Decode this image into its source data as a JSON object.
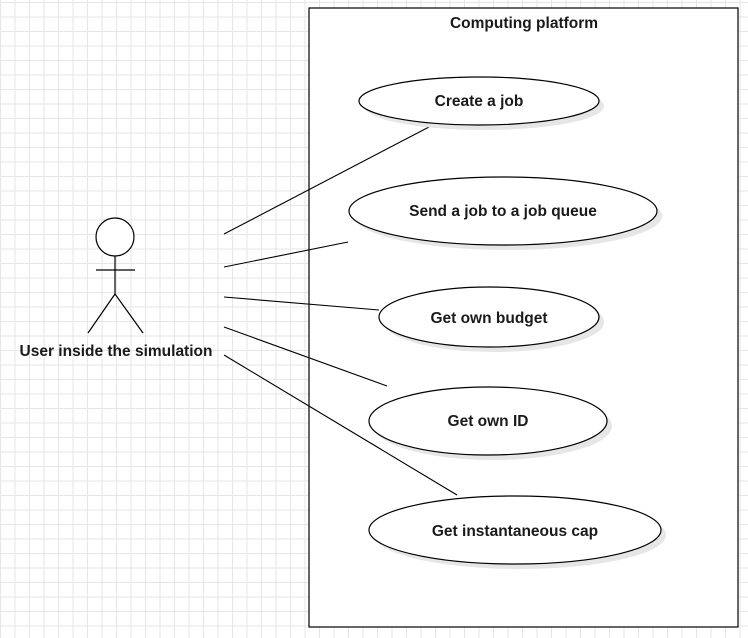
{
  "system": {
    "title": "Computing platform"
  },
  "actor": {
    "name": "User inside the simulation"
  },
  "use_cases": [
    {
      "id": "create-job",
      "label": "Create a job"
    },
    {
      "id": "send-job",
      "label": "Send a job to a job queue"
    },
    {
      "id": "get-budget",
      "label": "Get own budget"
    },
    {
      "id": "get-id",
      "label": "Get own ID"
    },
    {
      "id": "get-cap",
      "label": "Get instantaneous cap"
    }
  ],
  "associations": [
    {
      "from": "actor",
      "to": "create-job"
    },
    {
      "from": "actor",
      "to": "send-job"
    },
    {
      "from": "actor",
      "to": "get-budget"
    },
    {
      "from": "actor",
      "to": "get-id"
    },
    {
      "from": "actor",
      "to": "get-cap"
    }
  ],
  "colors": {
    "grid": "#e6e6e6",
    "stroke": "#000000",
    "shadow": "#e6e6e6",
    "text": "#1a1a1a"
  }
}
